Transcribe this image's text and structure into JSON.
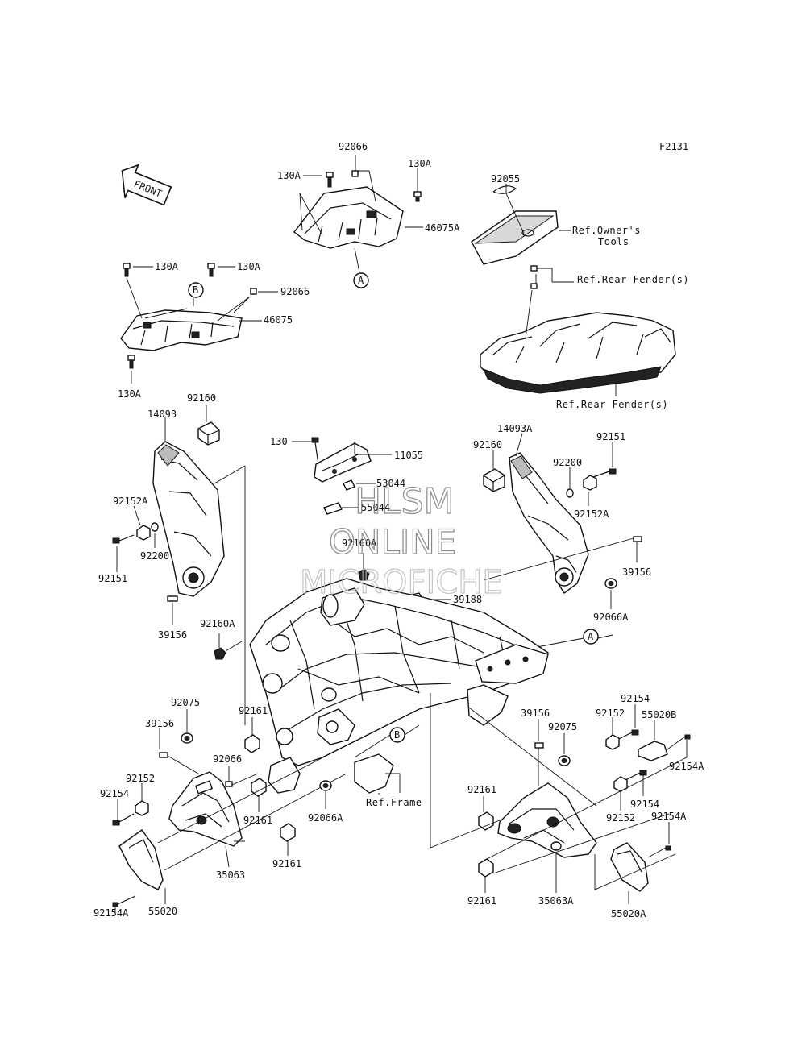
{
  "diagram_code": "F2131",
  "front_arrow": "FRONT",
  "watermark": {
    "line1": "HLSM",
    "line2": "ONLINE",
    "line3": "MICROFICHE"
  },
  "callouts": {
    "a": "A",
    "b": "B"
  },
  "labels": {
    "l_92066_top": "92066",
    "l_130A_top_left": "130A",
    "l_130A_top_right": "130A",
    "l_46075A": "46075A",
    "l_130A_mid_left": "130A",
    "l_130A_mid_right": "130A",
    "l_92066_mid": "92066",
    "l_46075": "46075",
    "l_130A_bottom": "130A",
    "l_92055": "92055",
    "l_ref_owners_tools_1": "Ref.Owner's",
    "l_ref_owners_tools_2": "Tools",
    "l_ref_rear_fender_1": "Ref.Rear Fender(s)",
    "l_ref_rear_fender_2": "Ref.Rear Fender(s)",
    "l_92160_left": "92160",
    "l_14093": "14093",
    "l_92152A_left": "92152A",
    "l_92200_left": "92200",
    "l_92151_left": "92151",
    "l_39156_left": "39156",
    "l_92160A_left": "92160A",
    "l_130": "130",
    "l_11055": "11055",
    "l_53044": "53044",
    "l_55044": "55044",
    "l_92160A_mid": "92160A",
    "l_14093A": "14093A",
    "l_92160_right": "92160",
    "l_92151_right": "92151",
    "l_92200_right": "92200",
    "l_92152A_right": "92152A",
    "l_39156_right": "39156",
    "l_39188": "39188",
    "l_92066A_right": "92066A",
    "l_92075_left": "92075",
    "l_39156_lower_left": "39156",
    "l_92161_a": "92161",
    "l_92066_lower": "92066",
    "l_92152_left": "92152",
    "l_92154_left": "92154",
    "l_92161_b": "92161",
    "l_92161_c": "92161",
    "l_35063": "35063",
    "l_92154A_left": "92154A",
    "l_55020": "55020",
    "l_92066A_lower": "92066A",
    "l_ref_frame": "Ref.Frame",
    "l_39156_lower_right": "39156",
    "l_92075_right": "92075",
    "l_92154_top": "92154",
    "l_92152_right_top": "92152",
    "l_55020B": "55020B",
    "l_92154A_right_top": "92154A",
    "l_92161_d": "92161",
    "l_92154_right": "92154",
    "l_92152_right": "92152",
    "l_92154A_right": "92154A",
    "l_92161_e": "92161",
    "l_35063A": "35063A",
    "l_55020A": "55020A"
  }
}
